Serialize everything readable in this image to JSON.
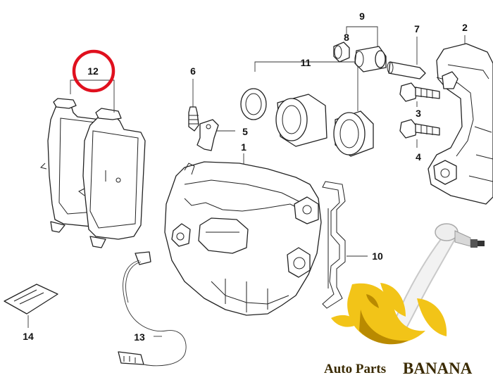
{
  "diagram": {
    "callouts": [
      {
        "id": "c1",
        "label": "1"
      },
      {
        "id": "c2",
        "label": "2"
      },
      {
        "id": "c3",
        "label": "3"
      },
      {
        "id": "c4",
        "label": "4"
      },
      {
        "id": "c5",
        "label": "5"
      },
      {
        "id": "c6",
        "label": "6"
      },
      {
        "id": "c7",
        "label": "7"
      },
      {
        "id": "c8",
        "label": "8"
      },
      {
        "id": "c9",
        "label": "9"
      },
      {
        "id": "c10",
        "label": "10"
      },
      {
        "id": "c11",
        "label": "11"
      },
      {
        "id": "c12",
        "label": "12"
      },
      {
        "id": "c13",
        "label": "13"
      },
      {
        "id": "c14",
        "label": "14"
      }
    ],
    "highlight": {
      "label": "12",
      "color": "#e0101e"
    }
  },
  "watermark": {
    "word1": "Auto Parts",
    "word2": "BANANA",
    "banana_color": "#f2c418",
    "shadow_color": "#b98a00"
  }
}
